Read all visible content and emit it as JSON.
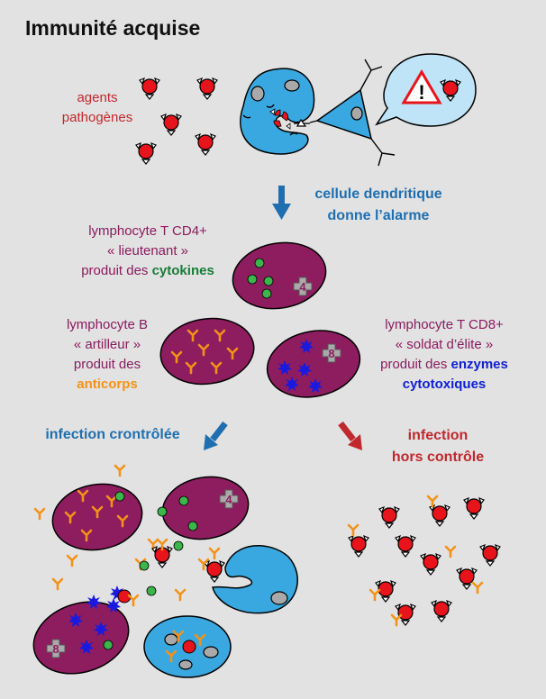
{
  "title": "Immunité acquise",
  "pathogens": {
    "line1": "agents",
    "line2": "pathogènes"
  },
  "dendritic": {
    "line1": "cellule dendritique",
    "line2": "donne l’alarme"
  },
  "cd4": {
    "line1": "lymphocyte T CD4+",
    "line2": "« lieutenant »",
    "line3_prefix": "produit des ",
    "line3_highlight": "cytokines",
    "badge": "4"
  },
  "bcell": {
    "line1": "lymphocyte B",
    "line2": "« artilleur »",
    "line3": "produit des",
    "line4": "anticorps"
  },
  "cd8": {
    "line1": "lymphocyte T CD8+",
    "line2": "« soldat d’élite »",
    "line3_prefix": "produit des ",
    "line3_highlight": "enzymes",
    "line4": "cytotoxiques",
    "badge": "8"
  },
  "controlled": {
    "label": "infection crontrôlée"
  },
  "uncontrolled": {
    "line1": "infection",
    "line2": "hors contrôle"
  },
  "alarm_symbol": "!",
  "colors": {
    "background": "#e2e2e2",
    "pathogen": "#e8141b",
    "lymphocyte": "#8e1d5f",
    "cell_blue": "#3aa8e0",
    "cytokine": "#3cb54a",
    "antibody": "#f39218",
    "enzyme": "#1a1adf",
    "arrow_blue": "#1f6fb0",
    "arrow_red": "#c0282d"
  }
}
